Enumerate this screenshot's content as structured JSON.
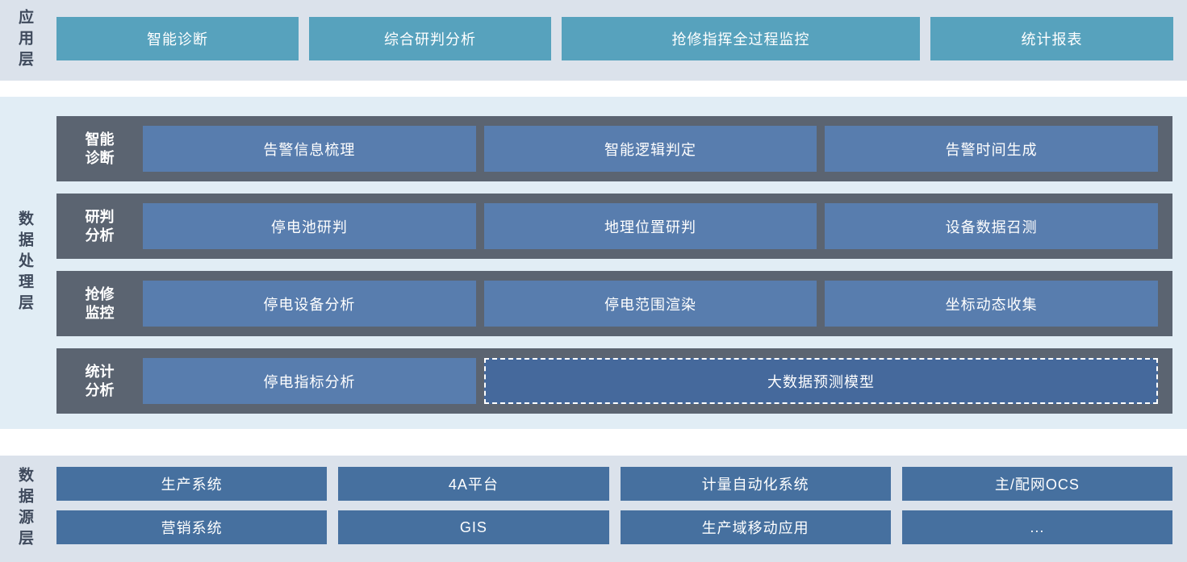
{
  "colors": {
    "app_band_bg": "#dbe2eb",
    "proc_band_bg": "#e1edf5",
    "src_band_bg": "#dbe2eb",
    "app_box": "#57a2bd",
    "proc_row_bg": "#5b6471",
    "proc_box": "#587dae",
    "proc_box_dashed_fill": "#45699c",
    "src_box": "#46709f",
    "layer_label_text": "#3f4a5c",
    "box_text": "#ffffff"
  },
  "layers": {
    "application": {
      "label": "应用层",
      "items": [
        "智能诊断",
        "综合研判分析",
        "抢修指挥全过程监控",
        "统计报表"
      ]
    },
    "processing": {
      "label": "数据处理层",
      "rows": [
        {
          "label": "智能\n诊断",
          "items": [
            "告警信息梳理",
            "智能逻辑判定",
            "告警时间生成"
          ]
        },
        {
          "label": "研判\n分析",
          "items": [
            "停电池研判",
            "地理位置研判",
            "设备数据召测"
          ]
        },
        {
          "label": "抢修\n监控",
          "items": [
            "停电设备分析",
            "停电范围渲染",
            "坐标动态收集"
          ]
        },
        {
          "label": "统计\n分析",
          "items": [
            "停电指标分析",
            "大数据预测模型"
          ]
        }
      ]
    },
    "source": {
      "label": "数据源层",
      "rows": [
        [
          "生产系统",
          "4A平台",
          "计量自动化系统",
          "主/配网OCS"
        ],
        [
          "营销系统",
          "GIS",
          "生产域移动应用",
          "..."
        ]
      ]
    }
  }
}
